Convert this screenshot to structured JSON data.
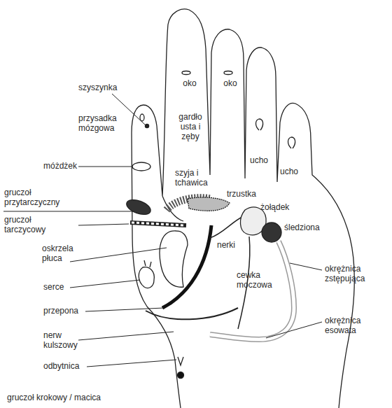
{
  "diagram": {
    "labels": [
      "szyszynka",
      "przysadka mózgowa",
      "móżdżek",
      "gruczoł przytarczyczny",
      "gruczoł tarczycowy",
      "oskrzela płuca",
      "serce",
      "przepona",
      "nerw kulszowy",
      "odbytnica",
      "gruczoł krokowy / macica",
      "oko",
      "oko",
      "gardło usta i zęby",
      "szyja i tchawica",
      "ucho",
      "ucho",
      "trzustka",
      "żołądek",
      "śledziona",
      "nerki",
      "cewka moczowa",
      "okrężnica zstępująca",
      "okrężnica esowata"
    ]
  }
}
